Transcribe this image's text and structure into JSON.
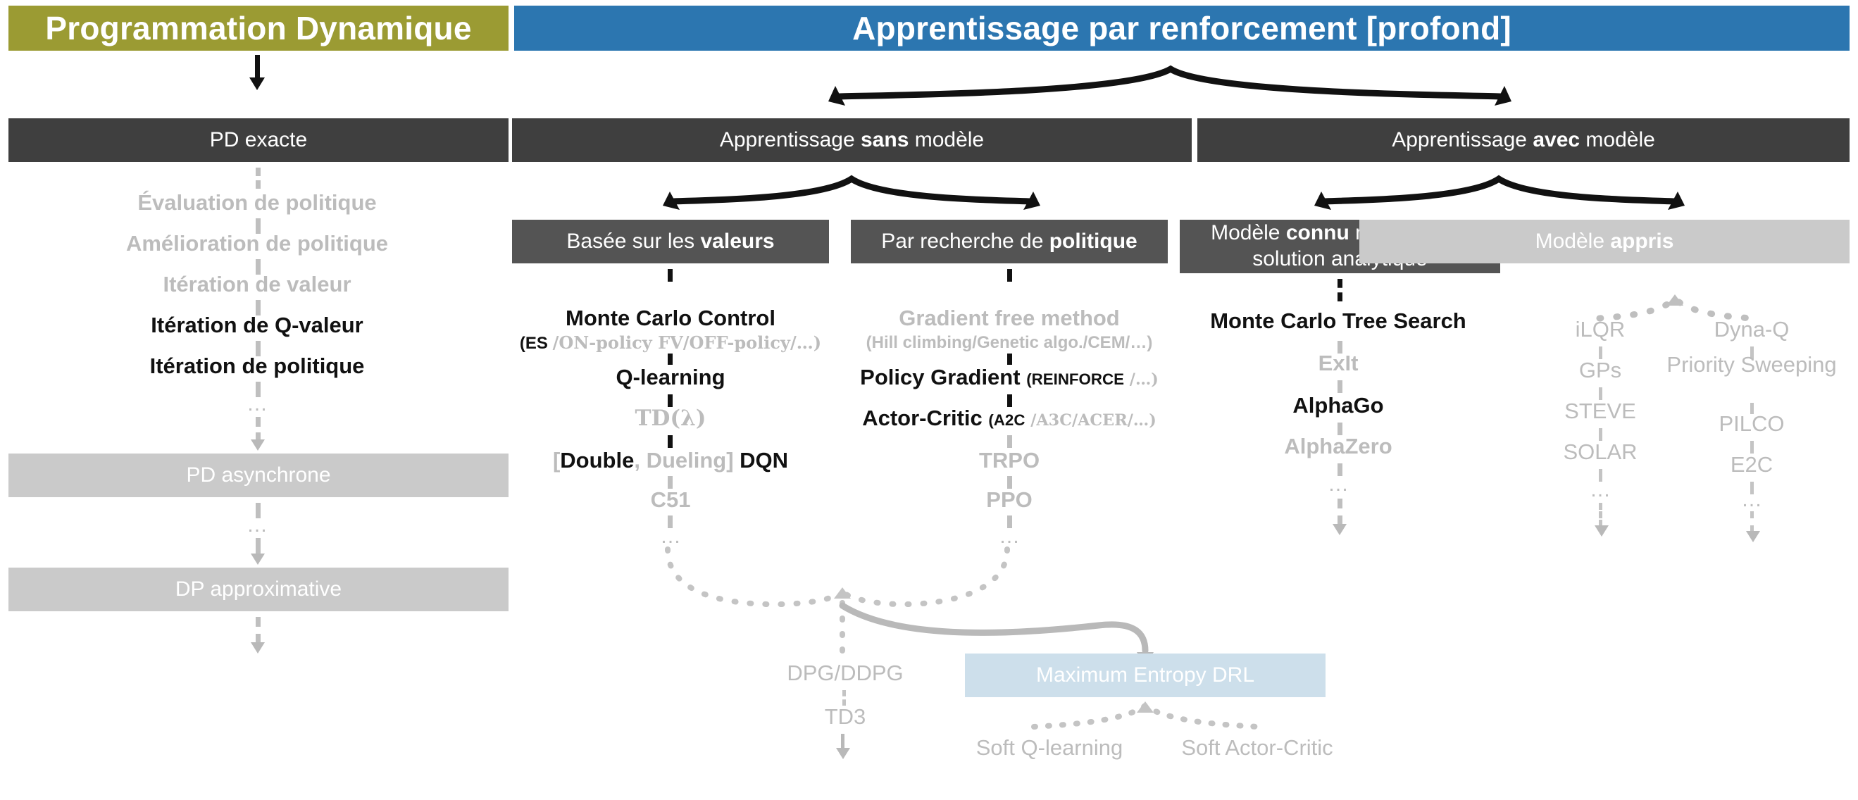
{
  "headers": {
    "left": "Programmation Dynamique",
    "right": "Apprentissage par renforcement [profond]"
  },
  "left_column": {
    "top_box": "PD exacte",
    "chain": [
      "Évaluation de politique",
      "Amélioration de politique",
      "Itération de valeur",
      "Itération de Q-valeur",
      "Itération de politique",
      "…"
    ],
    "async_box": "PD asynchrone",
    "ellipsis": "…",
    "approx_box": "DP approximative"
  },
  "branches": {
    "model_free": {
      "title_pre": "Apprentissage ",
      "title_bold": "sans",
      "title_post": " modèle"
    },
    "model_based": {
      "title_pre": "Apprentissage ",
      "title_bold": "avec",
      "title_post": " modèle"
    }
  },
  "value_based": {
    "box_pre": "Basée sur les ",
    "box_bold": "valeurs",
    "box_post": "",
    "items": [
      {
        "main": "Monte Carlo Control",
        "sub_black": "(ES",
        "sub_grey": "/ON-policy FV/OFF-policy/…)",
        "style": "black"
      },
      {
        "main": "Q-learning",
        "style": "black"
      },
      {
        "main": "TD(λ)",
        "style": "grey"
      },
      {
        "main": "[Double, Dueling] DQN",
        "style": "mixed"
      },
      {
        "main": "C51",
        "style": "grey"
      },
      {
        "main": "…",
        "style": "grey"
      }
    ],
    "dqn_parts": {
      "open": "[",
      "b1": "Double",
      "comma": ", ",
      "g1": "Dueling",
      "close": "] ",
      "b2": "DQN"
    }
  },
  "policy_search": {
    "box_pre": "Par recherche de ",
    "box_bold": "politique",
    "items": [
      {
        "main": "Gradient free method",
        "sub": "(Hill climbing/Genetic algo./CEM/…)",
        "style": "grey"
      },
      {
        "main": "Policy Gradient",
        "paren_black": "(REINFORCE",
        "paren_grey": " /…)",
        "style": "black"
      },
      {
        "main": "Actor-Critic",
        "paren_black": "(A2C",
        "paren_grey": " /A3C/ACER/…)",
        "style": "black"
      },
      {
        "main": "TRPO",
        "style": "grey"
      },
      {
        "main": "PPO",
        "style": "grey"
      },
      {
        "main": "…",
        "style": "grey"
      }
    ]
  },
  "model_known": {
    "box_line1_pre": "Modèle ",
    "box_line1_bold": "connu",
    "box_line1_post": " mais pas de",
    "box_line2": "solution analytique",
    "items": [
      {
        "main": "Monte Carlo Tree Search",
        "style": "black"
      },
      {
        "main": "ExIt",
        "style": "grey"
      },
      {
        "main": "AlphaGo",
        "style": "black"
      },
      {
        "main": "AlphaZero",
        "style": "grey"
      },
      {
        "main": "…",
        "style": "grey"
      }
    ]
  },
  "model_learned": {
    "box_pre": "Modèle ",
    "box_bold": "appris",
    "left_items": [
      "iLQR",
      "GPs",
      "STEVE",
      "SOLAR",
      "…"
    ],
    "right_items": [
      "Dyna-Q",
      "Priority\nSweeping",
      "PILCO",
      "E2C",
      "…"
    ],
    "right_items_flat": [
      "Dyna-Q",
      "Priority Sweeping",
      "PILCO",
      "E2C",
      "…"
    ]
  },
  "bottom": {
    "dpg": "DPG/DDPG",
    "td3": "TD3",
    "maxent_box": "Maximum Entropy DRL",
    "soft_q": "Soft Q-learning",
    "soft_ac": "Soft Actor-Critic"
  },
  "colors": {
    "olive": "#9b9b33",
    "blue": "#2c76b0",
    "dark_box": "#3f3f3f",
    "mid_box": "#545454",
    "grey_box": "#cacaca",
    "light_blue_box": "#cddfeb",
    "muted_text": "#bcbcbc",
    "black_text": "#111111"
  }
}
